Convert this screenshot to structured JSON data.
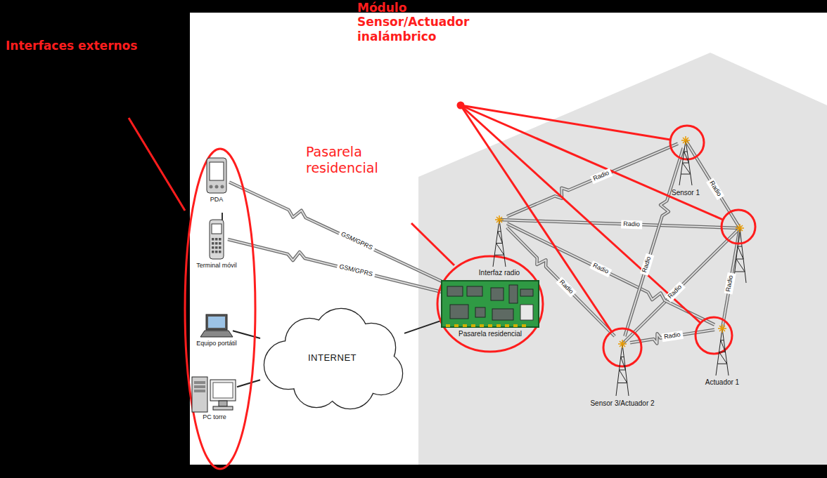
{
  "diagram": {
    "nodes": [
      {
        "text": [
          "PDA"
        ]
      },
      {
        "text": [
          "Terminal móvil"
        ]
      },
      {
        "text": [
          "Equipo portátil"
        ]
      },
      {
        "text": [
          "PC torre"
        ]
      },
      {
        "text": [
          "INTERNET"
        ]
      },
      {
        "text": [
          "Pasarela residencial"
        ]
      },
      {
        "text": [
          "Interfaz radio"
        ]
      },
      {
        "text": [
          "Sensor 1"
        ]
      },
      {
        "text": [
          "Sensor 3/Actuador 2"
        ]
      },
      {
        "text": [
          "Actuador 1"
        ]
      }
    ],
    "edges": [
      {
        "from": 0,
        "to": 5,
        "label": "GSM/GPRS",
        "arrow": "none"
      },
      {
        "from": 1,
        "to": 5,
        "label": "GSM/GPRS",
        "arrow": "none"
      },
      {
        "from": 2,
        "to": 4,
        "arrow": "none"
      },
      {
        "from": 3,
        "to": 4,
        "arrow": "none"
      },
      {
        "from": 4,
        "to": 5,
        "arrow": "none"
      },
      {
        "from": 6,
        "to": 7,
        "label": "Radio",
        "arrow": "none"
      },
      {
        "from": 6,
        "to": 8,
        "label": "Radio",
        "arrow": "none"
      },
      {
        "from": 6,
        "to": 9,
        "label": "Radio",
        "arrow": "none"
      },
      {
        "from": 7,
        "to": 8,
        "label": "Radio",
        "arrow": "none"
      },
      {
        "from": 8,
        "to": 9,
        "label": "Radio",
        "arrow": "none"
      }
    ],
    "labels": [
      "Módulo Sensor/Actuador inalámbrico",
      "Interfaces externos",
      "Pasarela residencial",
      "Radio",
      "Radio",
      "Radio",
      "Radio"
    ]
  }
}
